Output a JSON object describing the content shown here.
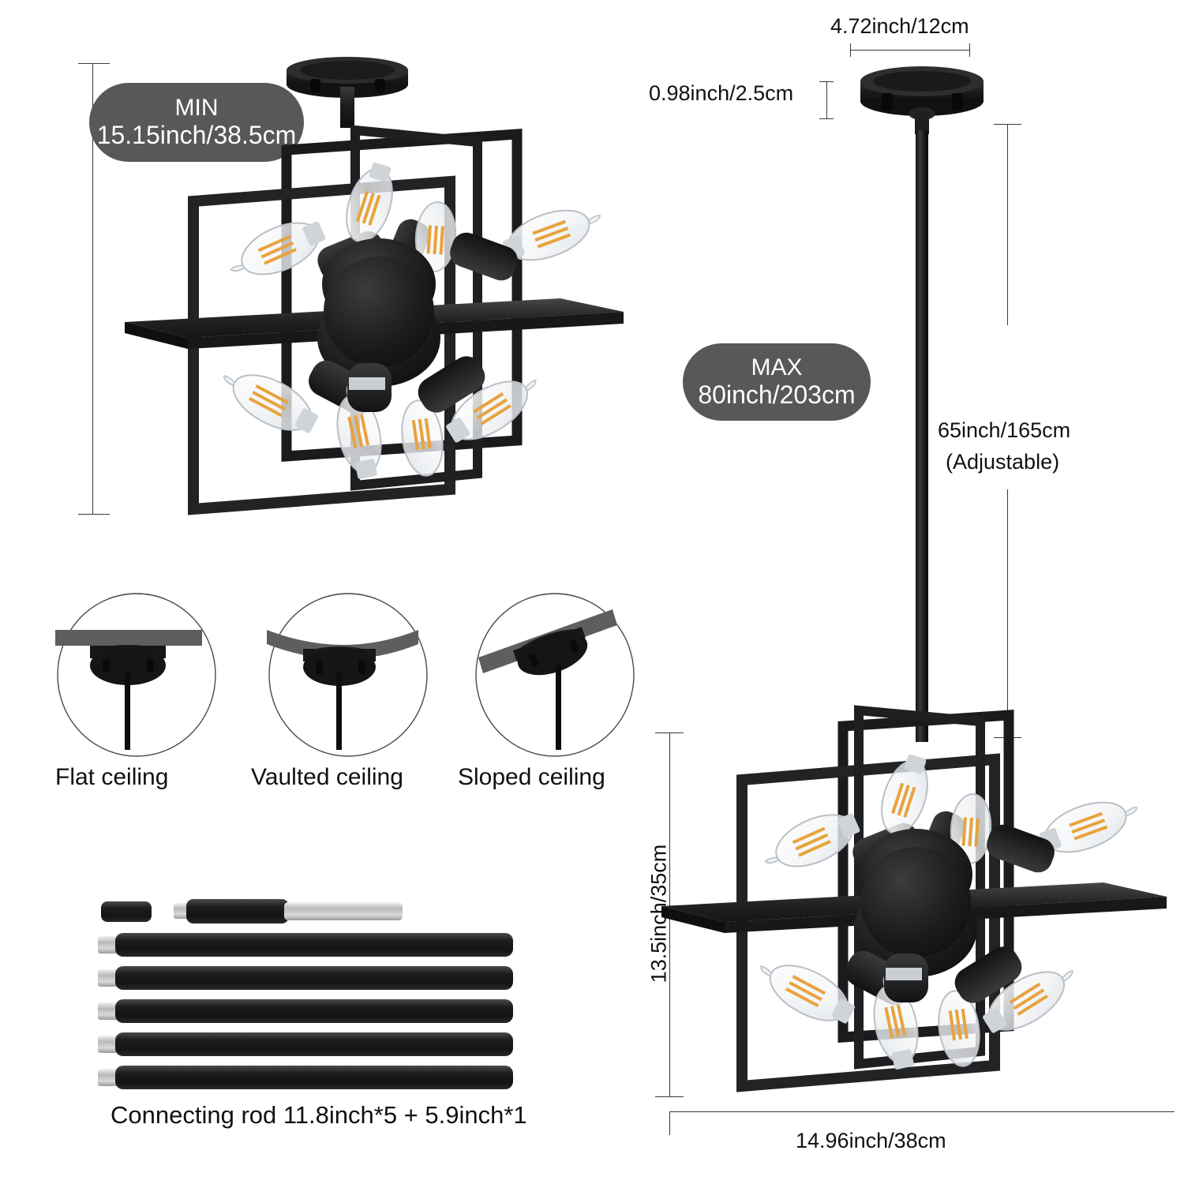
{
  "product": {
    "type": "ceiling-light-fixture",
    "finish_color": "#1a1a1a",
    "badge_color": "#58585a",
    "filament_color": "#e8a33d"
  },
  "left_figure": {
    "badge": {
      "line1": "MIN",
      "line2": "15.15inch/38.5cm"
    },
    "mount": "semi-flush"
  },
  "right_figure": {
    "badge": {
      "line1": "MAX",
      "line2": "80inch/203cm"
    },
    "canopy_width": "4.72inch/12cm",
    "canopy_height": "0.98inch/2.5cm",
    "rod_length_line1": "65inch/165cm",
    "rod_length_line2": "(Adjustable)",
    "fixture_height": "13.5inch/35cm",
    "fixture_width": "14.96inch/38cm"
  },
  "ceiling_types": [
    {
      "label": "Flat ceiling",
      "icon": "flat-ceiling-icon"
    },
    {
      "label": "Vaulted ceiling",
      "icon": "vaulted-ceiling-icon"
    },
    {
      "label": "Sloped ceiling",
      "icon": "sloped-ceiling-icon"
    }
  ],
  "rods": {
    "caption": "Connecting rod 11.8inch*5 + 5.9inch*1",
    "long_count": 5,
    "short_count": 1
  }
}
